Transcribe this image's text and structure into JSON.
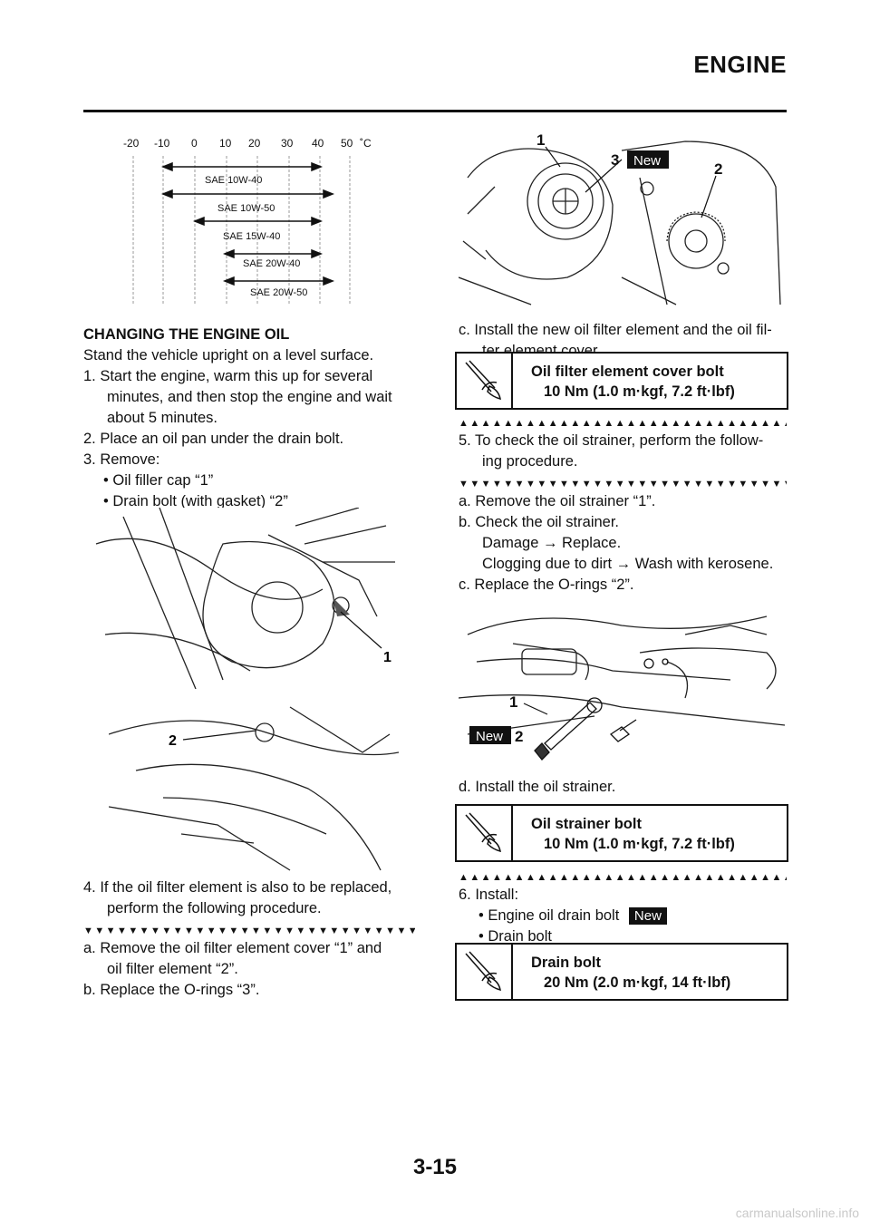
{
  "header": {
    "title": "ENGINE"
  },
  "oil_chart": {
    "temps": [
      "-20",
      "-10",
      "0",
      "10",
      "20",
      "30",
      "40",
      "50",
      "˚C"
    ],
    "grades": [
      "SAE 10W-40",
      "SAE 10W-50",
      "SAE 15W-40",
      "SAE 20W-40",
      "SAE 20W-50"
    ]
  },
  "left": {
    "heading": "CHANGING THE ENGINE OIL",
    "intro": "Stand the vehicle upright on a level surface.",
    "step1": "1. Start the engine, warm this up for several",
    "step1b": "minutes, and then stop the engine and wait",
    "step1c": "about 5 minutes.",
    "step2": "2. Place an oil pan under the drain bolt.",
    "step3": "3. Remove:",
    "step3a": "• Oil filler cap “1”",
    "step3b": "• Drain bolt (with gasket) “2”",
    "fig1_callout": "1",
    "fig2_callout": "2",
    "step4": "4. If the oil filter element is also to be replaced,",
    "step4b": "perform the following procedure.",
    "tri_down": "▼▼▼▼▼▼▼▼▼▼▼▼▼▼▼▼▼▼▼▼▼▼▼▼▼▼▼▼▼▼▼▼▼",
    "stepa": "a. Remove the oil filter element cover “1” and",
    "stepa2": "oil filter element “2”.",
    "stepb": "b. Replace the O-rings “3”."
  },
  "right": {
    "fig3_callouts": [
      "1",
      "3",
      "2"
    ],
    "new_label": "New",
    "stepc": "c. Install the new oil filter element and the oil fil-",
    "stepc2": "ter element cover.",
    "torque1_name": "Oil filter element cover bolt",
    "torque1_value": "10 Nm (1.0 m·kgf, 7.2 ft·lbf)",
    "tri_up": "▲▲▲▲▲▲▲▲▲▲▲▲▲▲▲▲▲▲▲▲▲▲▲▲▲▲▲▲▲▲▲▲▲",
    "step5": "5. To check the oil strainer, perform the follow-",
    "step5b": "ing procedure.",
    "tri_down": "▼▼▼▼▼▼▼▼▼▼▼▼▼▼▼▼▼▼▼▼▼▼▼▼▼▼▼▼▼▼▼▼▼",
    "sa": "a. Remove the oil strainer “1”.",
    "sb": "b. Check the oil strainer.",
    "sb1": "Damage → Replace.",
    "sb2": "Clogging due to dirt → Wash with kerosene.",
    "sc": "c. Replace the O-rings “2”.",
    "fig4_callouts": [
      "1",
      "2"
    ],
    "sd": "d. Install the oil strainer.",
    "torque2_name": "Oil strainer bolt",
    "torque2_value": "10 Nm (1.0 m·kgf, 7.2 ft·lbf)",
    "tri_up2": "▲▲▲▲▲▲▲▲▲▲▲▲▲▲▲▲▲▲▲▲▲▲▲▲▲▲▲▲▲▲▲▲▲",
    "step6": "6. Install:",
    "step6a": "• Engine oil drain bolt",
    "step6b": "• Drain bolt",
    "torque3_name": "Drain bolt",
    "torque3_value": "20 Nm (2.0 m·kgf, 14 ft·lbf)"
  },
  "footer": {
    "page": "3-15",
    "watermark": "carmanualsonline.info"
  }
}
